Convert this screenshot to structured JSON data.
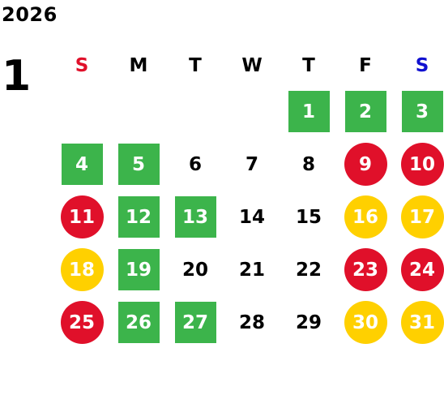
{
  "year": "2026",
  "month": "1",
  "colors": {
    "sunday": "#e0102a",
    "saturday": "#1010d0",
    "weekday": "#000000",
    "green": "#3cb44b",
    "red": "#e0102a",
    "yellow": "#ffd000"
  },
  "weekdays": [
    {
      "label": "S",
      "role": "sunday"
    },
    {
      "label": "M",
      "role": "weekday"
    },
    {
      "label": "T",
      "role": "weekday"
    },
    {
      "label": "W",
      "role": "weekday"
    },
    {
      "label": "T",
      "role": "weekday"
    },
    {
      "label": "F",
      "role": "weekday"
    },
    {
      "label": "S",
      "role": "saturday"
    }
  ],
  "weeks": [
    [
      {
        "day": "",
        "style": "blank"
      },
      {
        "day": "",
        "style": "blank"
      },
      {
        "day": "",
        "style": "blank"
      },
      {
        "day": "",
        "style": "blank"
      },
      {
        "day": "1",
        "style": "green"
      },
      {
        "day": "2",
        "style": "green"
      },
      {
        "day": "3",
        "style": "green"
      }
    ],
    [
      {
        "day": "4",
        "style": "green"
      },
      {
        "day": "5",
        "style": "green"
      },
      {
        "day": "6",
        "style": "plain"
      },
      {
        "day": "7",
        "style": "plain"
      },
      {
        "day": "8",
        "style": "plain"
      },
      {
        "day": "9",
        "style": "red"
      },
      {
        "day": "10",
        "style": "red"
      }
    ],
    [
      {
        "day": "11",
        "style": "red"
      },
      {
        "day": "12",
        "style": "green"
      },
      {
        "day": "13",
        "style": "green"
      },
      {
        "day": "14",
        "style": "plain"
      },
      {
        "day": "15",
        "style": "plain"
      },
      {
        "day": "16",
        "style": "yellow"
      },
      {
        "day": "17",
        "style": "yellow"
      }
    ],
    [
      {
        "day": "18",
        "style": "yellow"
      },
      {
        "day": "19",
        "style": "green"
      },
      {
        "day": "20",
        "style": "plain"
      },
      {
        "day": "21",
        "style": "plain"
      },
      {
        "day": "22",
        "style": "plain"
      },
      {
        "day": "23",
        "style": "red"
      },
      {
        "day": "24",
        "style": "red"
      }
    ],
    [
      {
        "day": "25",
        "style": "red"
      },
      {
        "day": "26",
        "style": "green"
      },
      {
        "day": "27",
        "style": "green"
      },
      {
        "day": "28",
        "style": "plain"
      },
      {
        "day": "29",
        "style": "plain"
      },
      {
        "day": "30",
        "style": "yellow"
      },
      {
        "day": "31",
        "style": "yellow"
      }
    ]
  ]
}
